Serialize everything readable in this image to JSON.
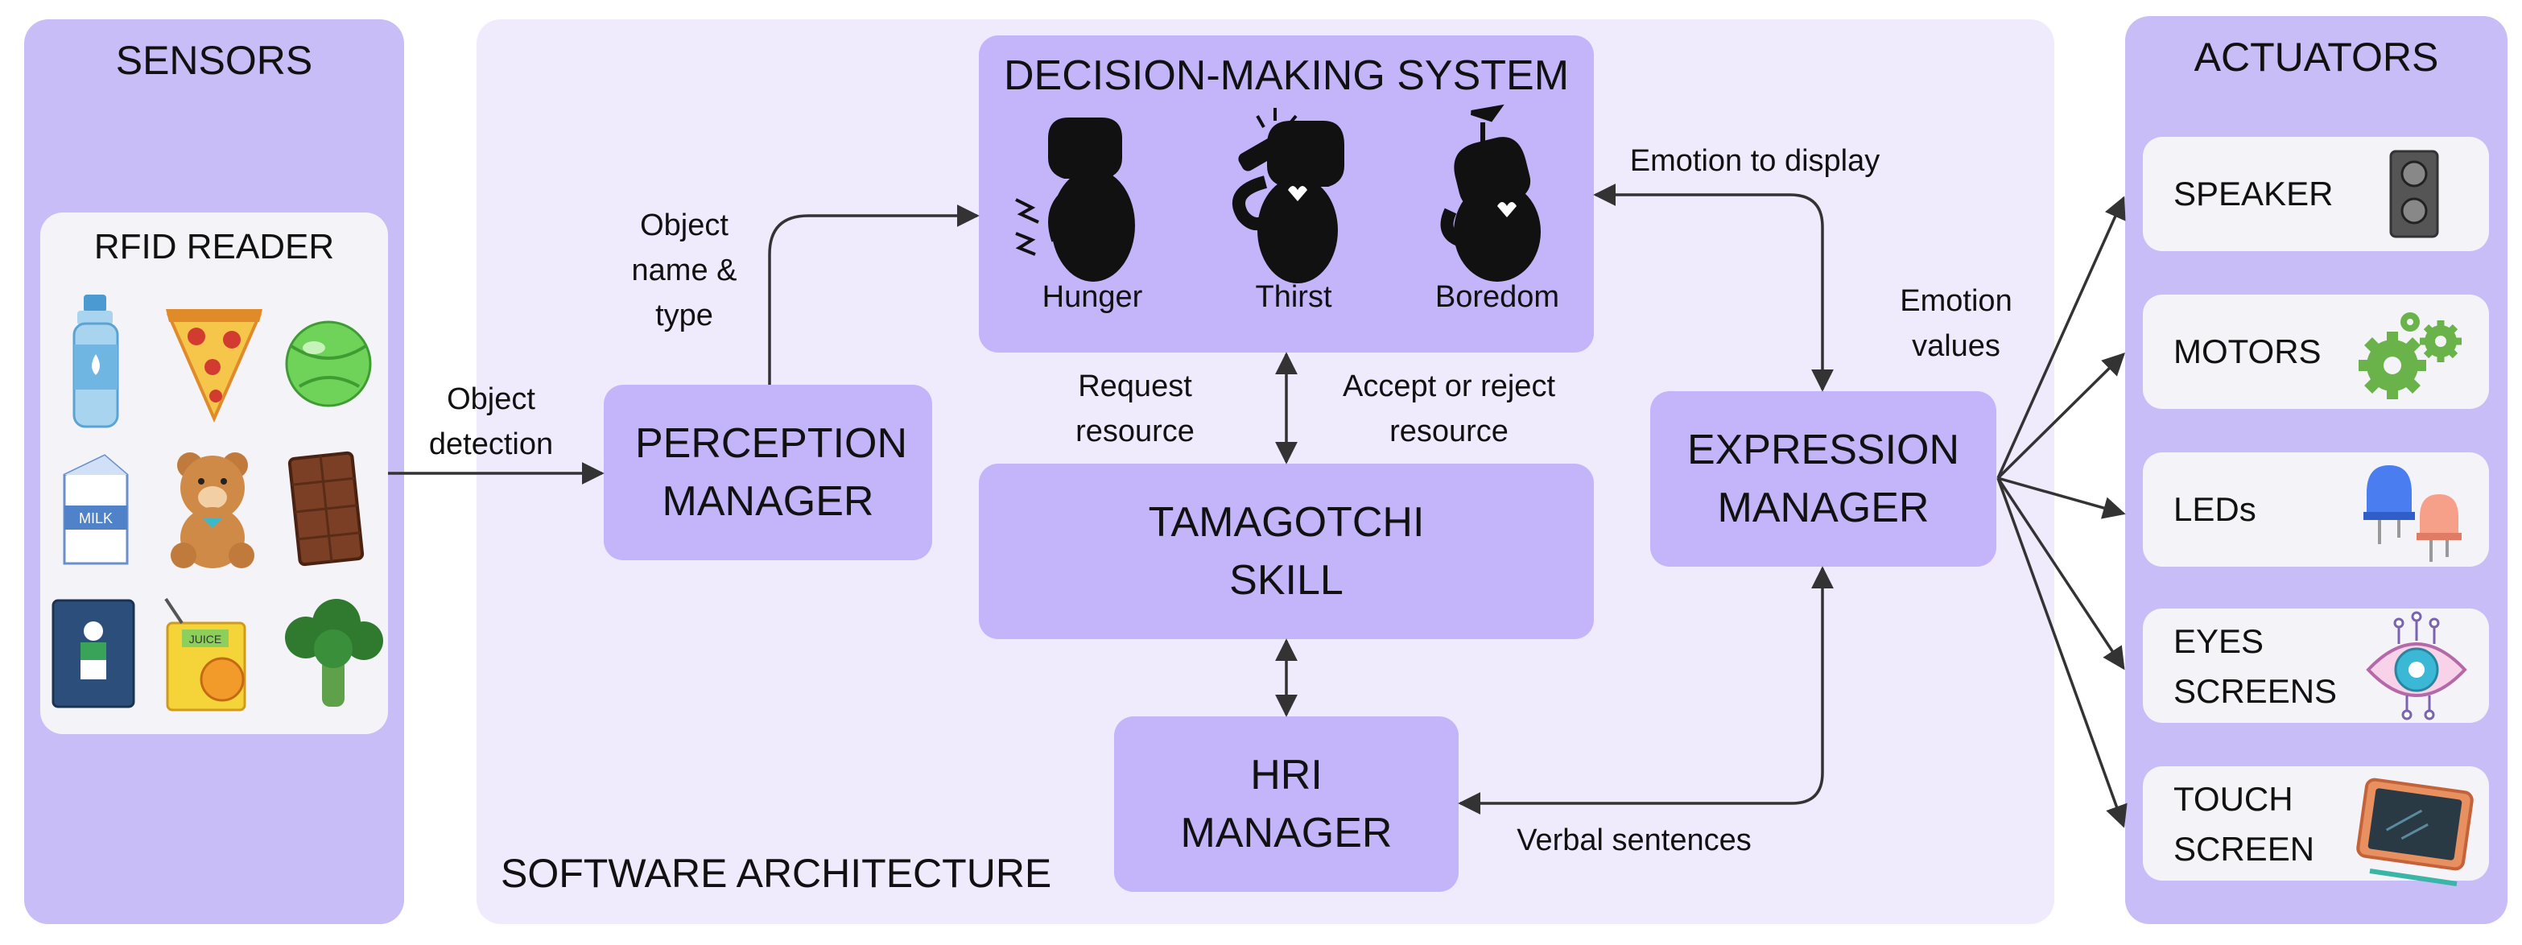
{
  "sensors": {
    "title": "SENSORS",
    "reader_title": "RFID READER",
    "items": [
      "water-bottle",
      "pizza-slice",
      "ball",
      "milk-carton",
      "teddy-bear",
      "chocolate-bar",
      "book",
      "juice-box",
      "broccoli"
    ],
    "milk_text": "MILK",
    "juice_text": "JUICE"
  },
  "software": {
    "title": "SOFTWARE ARCHITECTURE",
    "decision": {
      "title": "DECISION-MAKING SYSTEM",
      "drives": [
        "Hunger",
        "Thirst",
        "Boredom"
      ]
    },
    "perception": "PERCEPTION MANAGER",
    "tamagotchi": "TAMAGOTCHI SKILL",
    "hri": "HRI MANAGER",
    "expression": "EXPRESSION MANAGER"
  },
  "edges": {
    "object_detection": "Object detection",
    "object_name_type": "Object name & type",
    "request_resource": "Request resource",
    "accept_reject": "Accept or reject resource",
    "emotion_to_display": "Emotion to display",
    "emotion_values": "Emotion values",
    "verbal_sentences": "Verbal sentences"
  },
  "actuators": {
    "title": "ACTUATORS",
    "items": [
      {
        "label": "SPEAKER",
        "icon": "speaker-icon"
      },
      {
        "label": "MOTORS",
        "icon": "gears-icon"
      },
      {
        "label": "LEDs",
        "icon": "leds-icon"
      },
      {
        "label": "EYES SCREENS",
        "icon": "eye-icon"
      },
      {
        "label": "TOUCH SCREEN",
        "icon": "tablet-icon"
      }
    ]
  },
  "colors": {
    "panel": "#c9bdf7",
    "box": "#c4b5fb",
    "background": "#efebfd",
    "arrow": "#333333"
  }
}
